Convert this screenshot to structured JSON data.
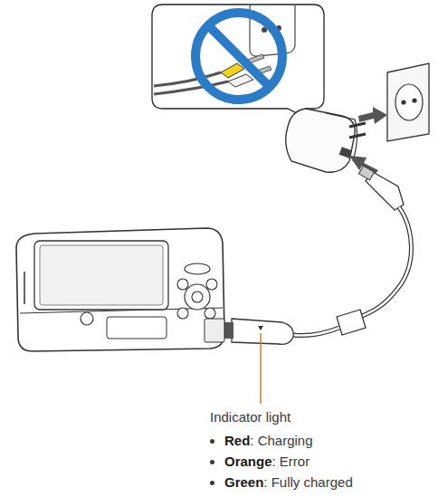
{
  "diagram": {
    "labels": [
      "Indicator light",
      "Red: Charging",
      "Orange: Error",
      "Green: Fully charged"
    ]
  }
}
